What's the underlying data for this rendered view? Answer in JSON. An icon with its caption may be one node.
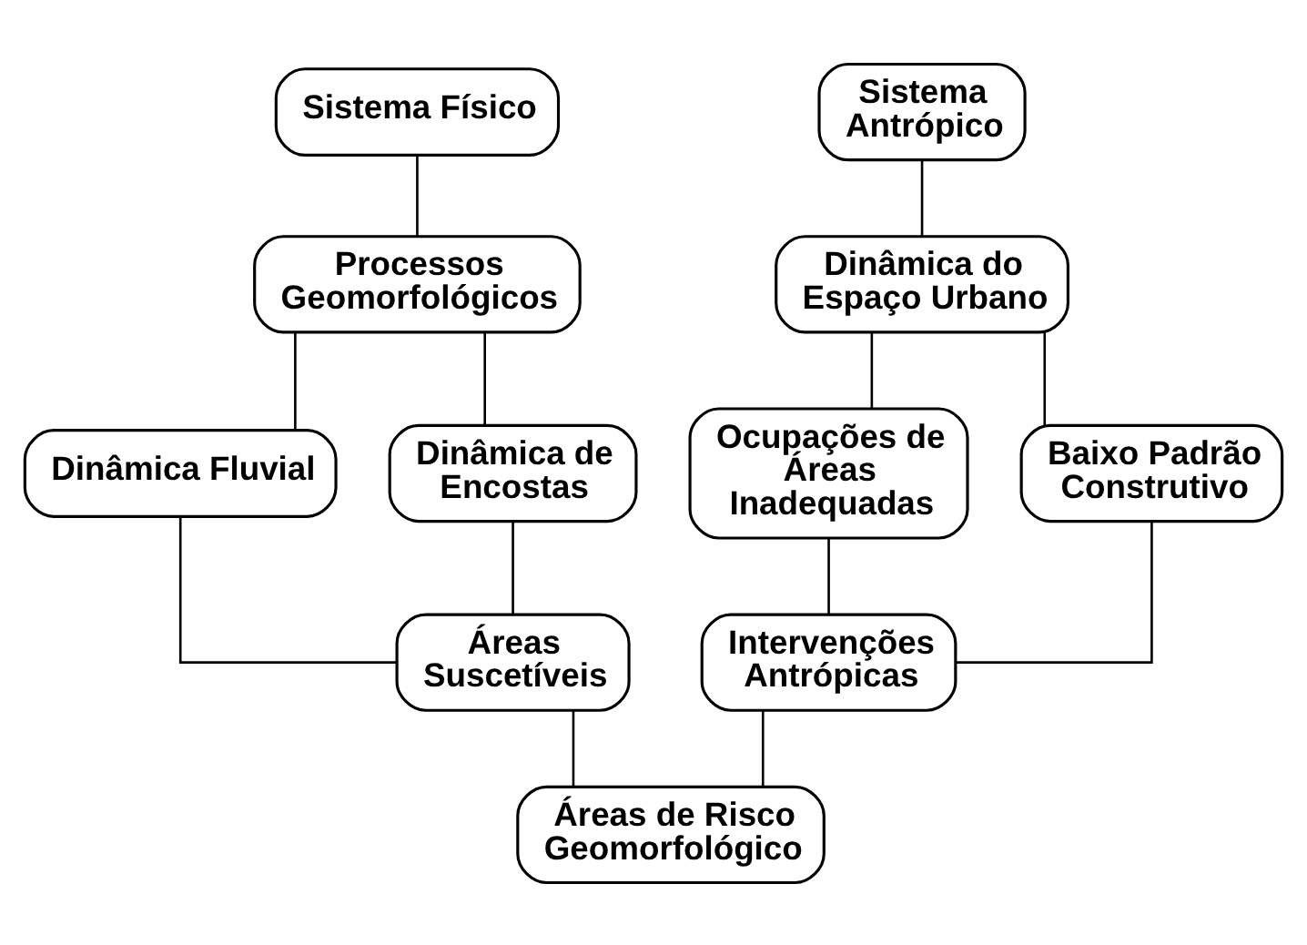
{
  "diagram": {
    "nodes": [
      {
        "text": [
          "Sistema Físico"
        ]
      },
      {
        "text": [
          "Processos Geomorfológicos"
        ]
      },
      {
        "text": [
          "Dinâmica Fluvial"
        ]
      },
      {
        "text": [
          "Dinâmica de Encostas"
        ]
      },
      {
        "text": [
          "Áreas Suscetíveis"
        ]
      },
      {
        "text": [
          "Sistema Antrópico"
        ]
      },
      {
        "text": [
          "Dinâmica do Espaço Urbano"
        ]
      },
      {
        "text": [
          "Ocupações de Áreas Inadequadas"
        ]
      },
      {
        "text": [
          "Baixo Padrão Construtivo"
        ]
      },
      {
        "text": [
          "Intervenções Antrópicas"
        ]
      },
      {
        "text": [
          "Áreas de Risco Geomorfológico"
        ]
      }
    ],
    "edges": [
      {
        "from": 0,
        "to": 1,
        "arrow": "none"
      },
      {
        "from": 1,
        "to": 2,
        "arrow": "none"
      },
      {
        "from": 1,
        "to": 3,
        "arrow": "none"
      },
      {
        "from": 2,
        "to": 4,
        "arrow": "none"
      },
      {
        "from": 3,
        "to": 4,
        "arrow": "none"
      },
      {
        "from": 5,
        "to": 6,
        "arrow": "none"
      },
      {
        "from": 6,
        "to": 7,
        "arrow": "none"
      },
      {
        "from": 6,
        "to": 8,
        "arrow": "none"
      },
      {
        "from": 7,
        "to": 9,
        "arrow": "none"
      },
      {
        "from": 8,
        "to": 9,
        "arrow": "none"
      },
      {
        "from": 4,
        "to": 10,
        "arrow": "none"
      },
      {
        "from": 9,
        "to": 10,
        "arrow": "none"
      }
    ]
  }
}
